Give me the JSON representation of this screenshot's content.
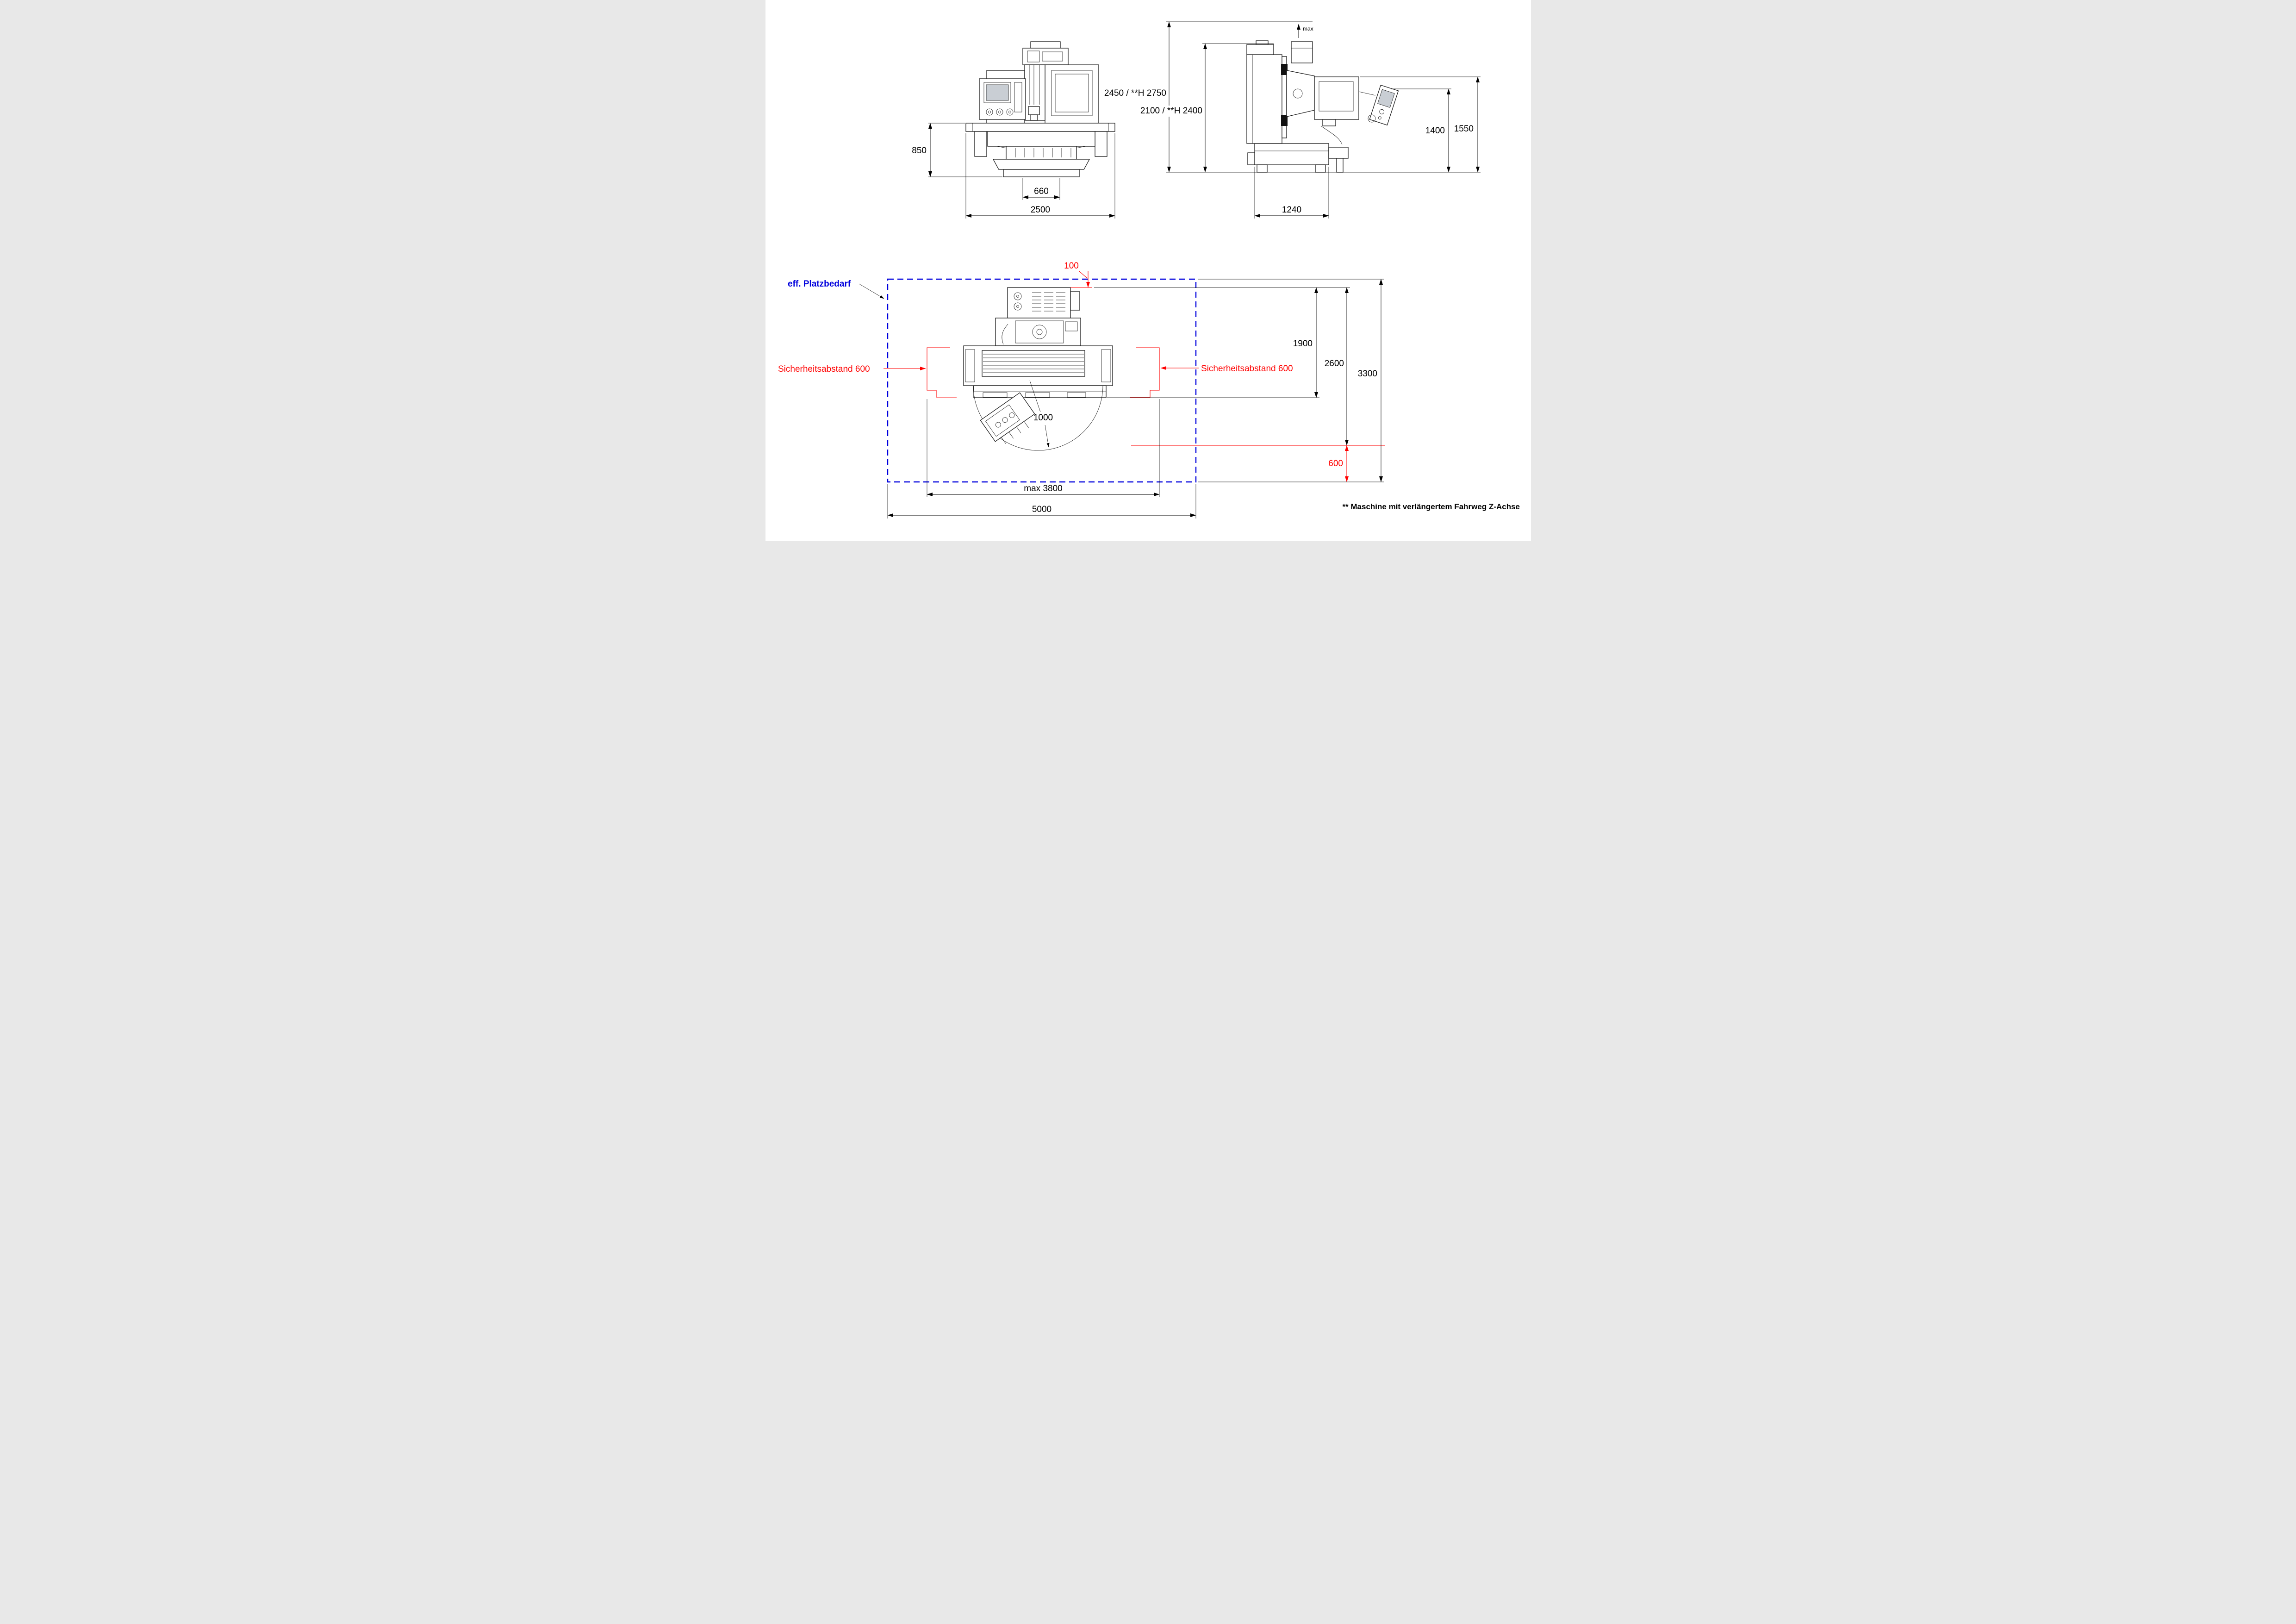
{
  "colors": {
    "ink": "#000000",
    "red": "#ff0000",
    "blue": "#0000dd"
  },
  "front_view": {
    "dim_base_height": "850",
    "dim_pallet_width": "660",
    "dim_total_width": "2500"
  },
  "side_view": {
    "max_label": "max",
    "dim_height_total": "2450 / **H 2750",
    "dim_height_body": "2100 / **H 2400",
    "dim_height_1400": "1400",
    "dim_height_1550": "1550",
    "dim_base_depth": "1240"
  },
  "plan_view": {
    "boundary_label": "eff. Platzbedarf",
    "dim_rear_clearance": "100",
    "safety_left": "Sicherheitsabstand 600",
    "safety_right": "Sicherheitsabstand 600",
    "dim_machine_depth": "1900",
    "dim_depth_with_swing": "2600",
    "dim_total_depth": "3300",
    "dim_swing_radius": "1000",
    "dim_front_clearance": "600",
    "dim_travel_width": "max 3800",
    "dim_total_width": "5000"
  },
  "footnote": "** Maschine mit verlängertem Fahrweg Z-Achse"
}
